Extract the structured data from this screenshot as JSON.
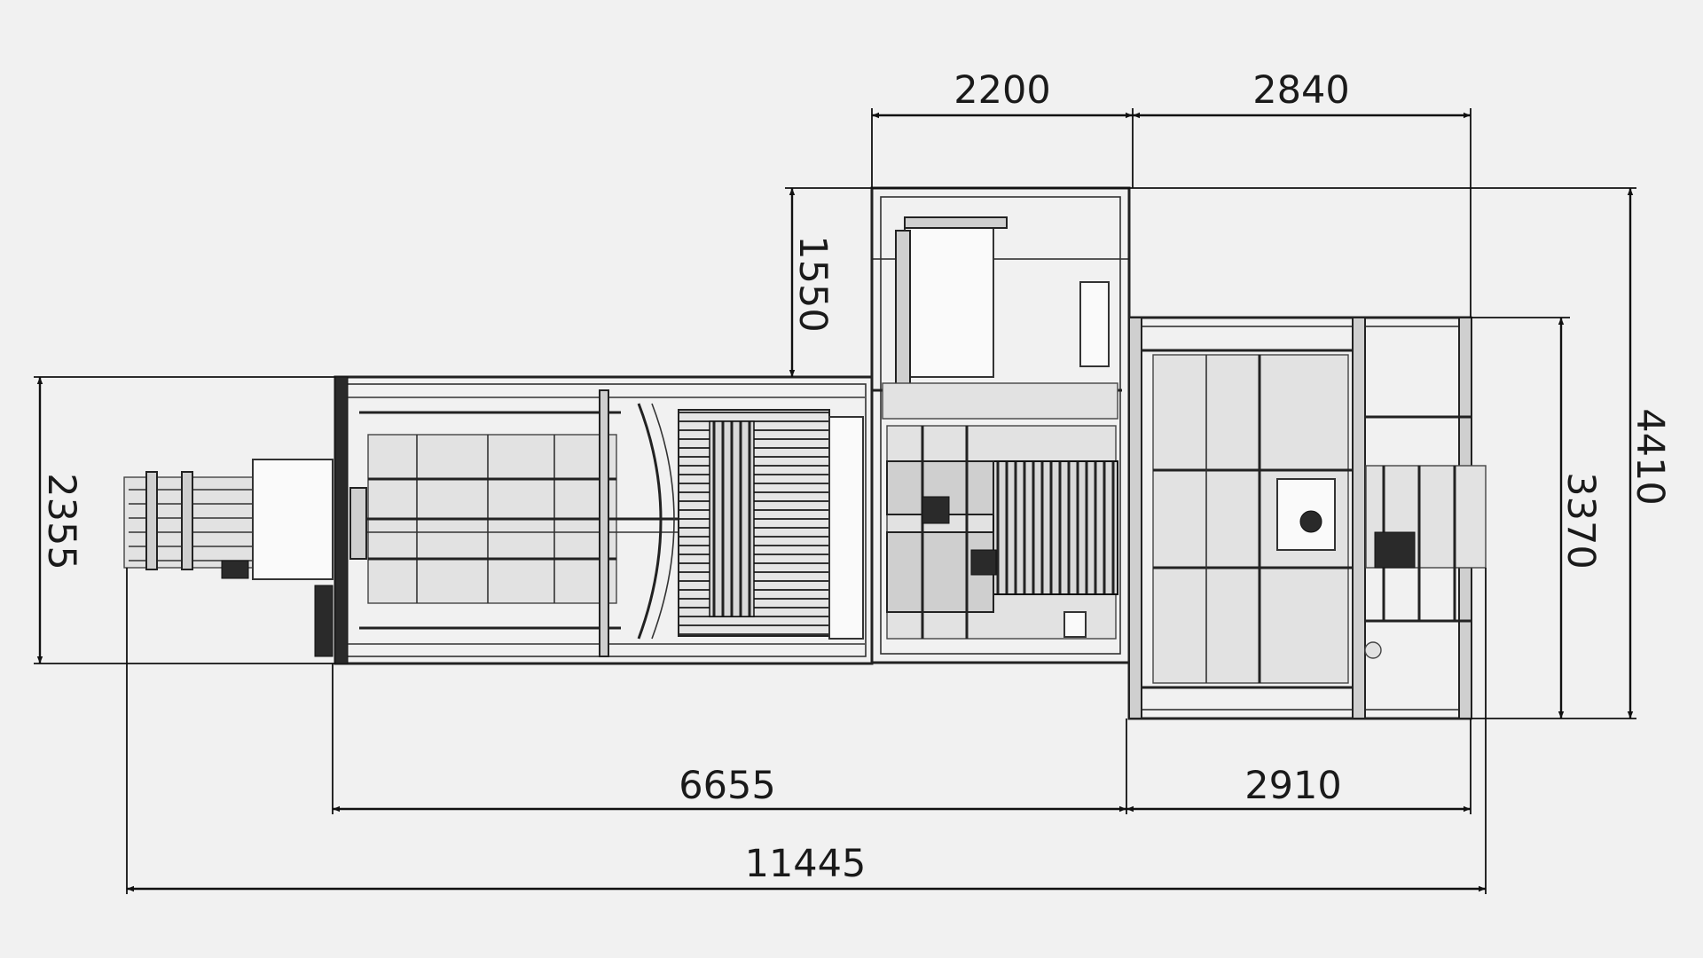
{
  "drawing": {
    "dimensions": {
      "top_left": "2200",
      "top_right": "2840",
      "left_vertical": "2355",
      "upper_vertical": "1550",
      "right_inner": "3370",
      "right_outer": "4410",
      "bottom_left": "6655",
      "bottom_right": "2910",
      "bottom_total": "11445"
    }
  }
}
